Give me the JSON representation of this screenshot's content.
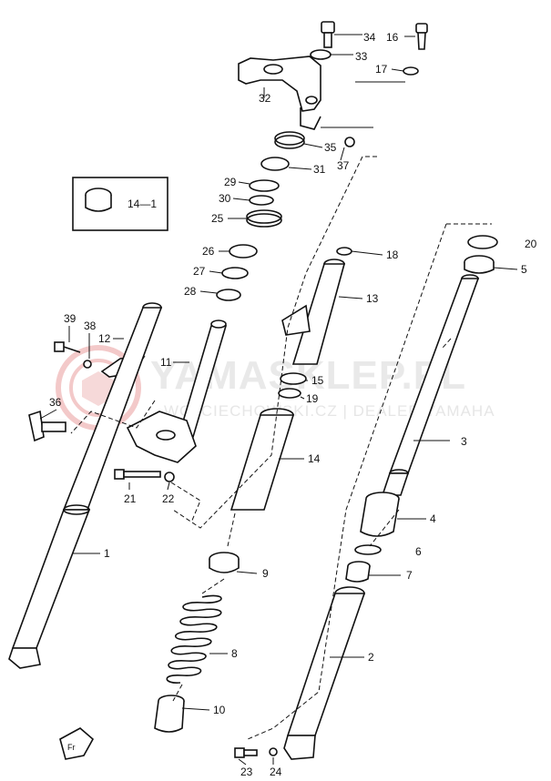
{
  "watermark": {
    "title": "YAMASKLEP.PL",
    "subtitle": "WOJCIECHOWSKI.CZ | DEALER YAMAHA"
  },
  "callouts": {
    "c34": "34",
    "c16": "16",
    "c33": "33",
    "c17": "17",
    "c32": "32",
    "c35": "35",
    "c37": "37",
    "c31": "31",
    "c29": "29",
    "c30": "30",
    "c25": "25",
    "c26": "26",
    "c27": "27",
    "c28": "28",
    "c14_1": "14—1",
    "c18": "18",
    "c20": "20",
    "c5": "5",
    "c13": "13",
    "c39": "39",
    "c38": "38",
    "c12": "12",
    "c11": "11",
    "c15": "15",
    "c19": "19",
    "c36": "36",
    "c3": "3",
    "c14": "14",
    "c21": "21",
    "c22": "22",
    "c4": "4",
    "c6": "6",
    "c7": "7",
    "c9": "9",
    "c1": "1",
    "c2": "2",
    "c8": "8",
    "c10": "10",
    "c23": "23",
    "c24": "24"
  },
  "colors": {
    "line": "#111111",
    "watermark": "#e9e9e9",
    "logo": "#f3c9c9"
  },
  "icons": {
    "fr": "front-arrow-icon",
    "logo": "yamaha-logo-icon"
  }
}
